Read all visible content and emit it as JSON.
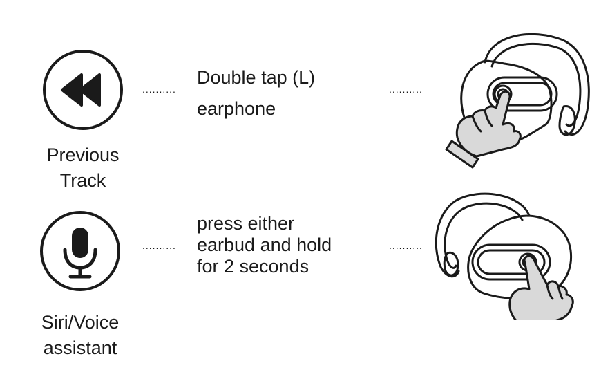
{
  "rows": [
    {
      "id": "previous-track",
      "icon": "rewind-icon",
      "function_label_lines": [
        "Previous",
        "Track"
      ],
      "instruction_lines": [
        "Double tap (L)",
        "earphone"
      ],
      "dots_left": "..........",
      "dots_right": ".........."
    },
    {
      "id": "voice-assistant",
      "icon": "microphone-icon",
      "function_label_lines": [
        "Siri/Voice",
        "assistant"
      ],
      "instruction_lines": [
        "press either",
        "earbud and hold",
        "for 2 seconds"
      ],
      "dots_left": "..........",
      "dots_right": ".........."
    }
  ],
  "colors": {
    "ink": "#1a1a1a",
    "hand_fill": "#d9d9d9",
    "background": "#ffffff"
  }
}
